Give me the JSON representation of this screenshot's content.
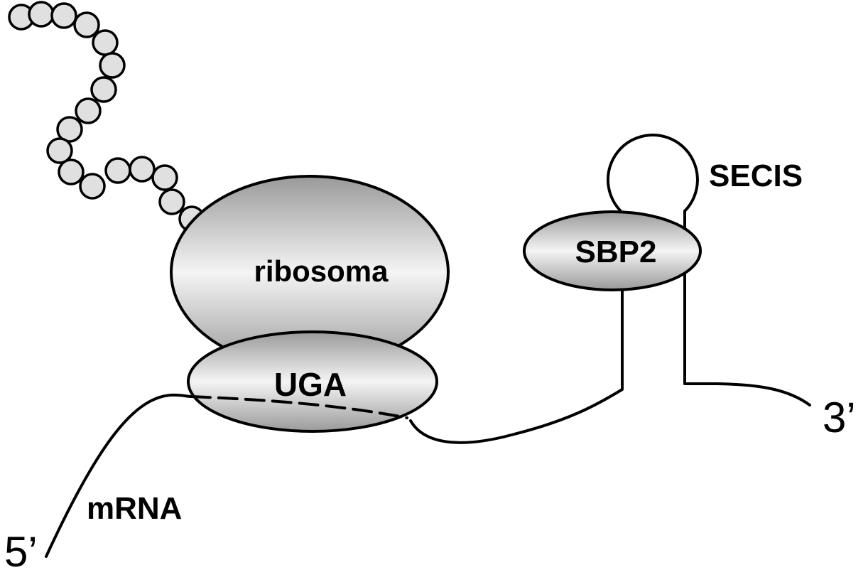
{
  "labels": {
    "ribosome": "ribosoma",
    "codon": "UGA",
    "sbp2": "SBP2",
    "secis": "SECIS",
    "mrna": "mRNA",
    "five_prime": "5’",
    "three_prime": "3’"
  },
  "bead_count": 18,
  "colors": {
    "outline": "#000000",
    "bead_fill": "#e0e0e0",
    "shade_light": "#f2f2f2",
    "shade_dark": "#9a9a9a"
  }
}
